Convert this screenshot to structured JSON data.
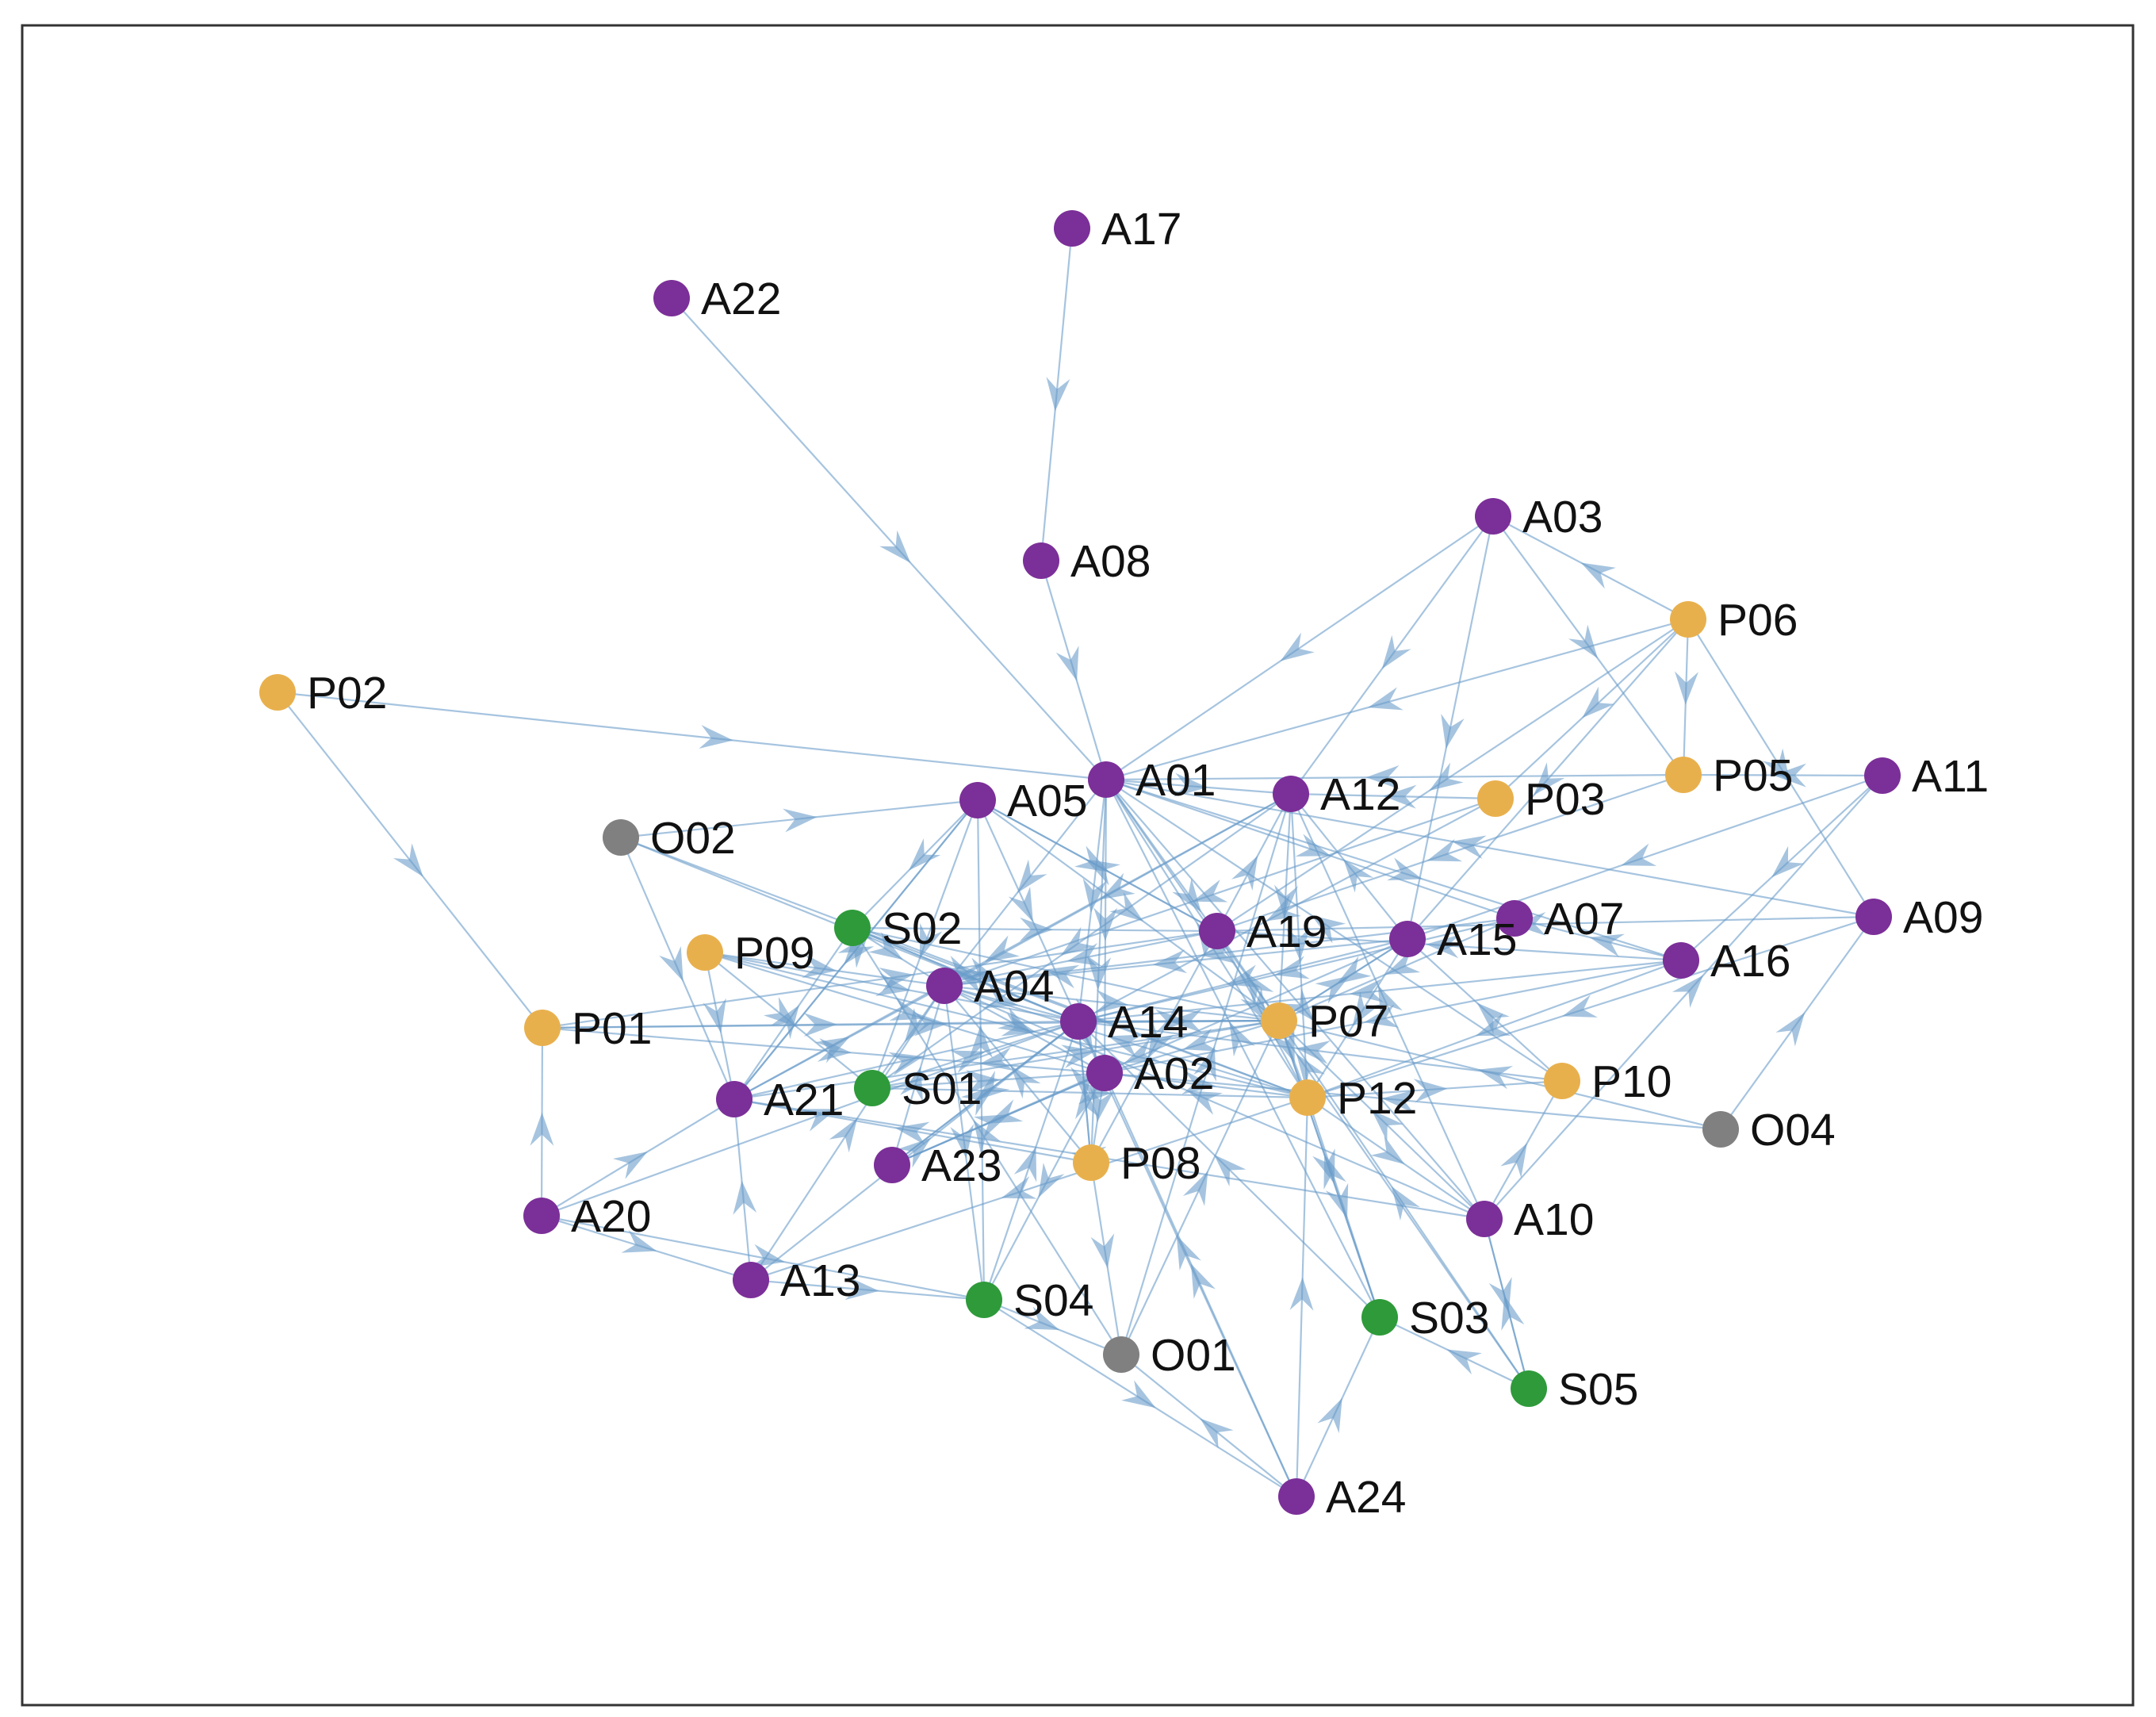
{
  "colors": {
    "A": "#7b2f98",
    "P": "#e8b04d",
    "S": "#2e9a3a",
    "O": "#808080",
    "edge": "#6b9cc9",
    "frame": "#333333"
  },
  "nodes": [
    {
      "id": "A01",
      "group": "A"
    },
    {
      "id": "A02",
      "group": "A"
    },
    {
      "id": "A03",
      "group": "A"
    },
    {
      "id": "A04",
      "group": "A"
    },
    {
      "id": "A05",
      "group": "A"
    },
    {
      "id": "A07",
      "group": "A"
    },
    {
      "id": "A08",
      "group": "A"
    },
    {
      "id": "A09",
      "group": "A"
    },
    {
      "id": "A10",
      "group": "A"
    },
    {
      "id": "A11",
      "group": "A"
    },
    {
      "id": "A12",
      "group": "A"
    },
    {
      "id": "A13",
      "group": "A"
    },
    {
      "id": "A14",
      "group": "A"
    },
    {
      "id": "A15",
      "group": "A"
    },
    {
      "id": "A16",
      "group": "A"
    },
    {
      "id": "A17",
      "group": "A"
    },
    {
      "id": "A19",
      "group": "A"
    },
    {
      "id": "A20",
      "group": "A"
    },
    {
      "id": "A21",
      "group": "A"
    },
    {
      "id": "A22",
      "group": "A"
    },
    {
      "id": "A23",
      "group": "A"
    },
    {
      "id": "A24",
      "group": "A"
    },
    {
      "id": "P01",
      "group": "P"
    },
    {
      "id": "P02",
      "group": "P"
    },
    {
      "id": "P03",
      "group": "P"
    },
    {
      "id": "P05",
      "group": "P"
    },
    {
      "id": "P06",
      "group": "P"
    },
    {
      "id": "P07",
      "group": "P"
    },
    {
      "id": "P08",
      "group": "P"
    },
    {
      "id": "P09",
      "group": "P"
    },
    {
      "id": "P10",
      "group": "P"
    },
    {
      "id": "P12",
      "group": "P"
    },
    {
      "id": "S01",
      "group": "S"
    },
    {
      "id": "S02",
      "group": "S"
    },
    {
      "id": "S03",
      "group": "S"
    },
    {
      "id": "S04",
      "group": "S"
    },
    {
      "id": "S05",
      "group": "S"
    },
    {
      "id": "O01",
      "group": "O"
    },
    {
      "id": "O02",
      "group": "O"
    },
    {
      "id": "O04",
      "group": "O"
    }
  ],
  "edges": [
    [
      "A17",
      "A08"
    ],
    [
      "A22",
      "A01"
    ],
    [
      "P02",
      "A01"
    ],
    [
      "P02",
      "P01"
    ],
    [
      "A20",
      "P01"
    ],
    [
      "A08",
      "A01"
    ],
    [
      "A03",
      "A12"
    ],
    [
      "A03",
      "A01"
    ],
    [
      "A03",
      "P05"
    ],
    [
      "P06",
      "A03"
    ],
    [
      "P06",
      "P05"
    ],
    [
      "P06",
      "A01"
    ],
    [
      "P06",
      "P03"
    ],
    [
      "P06",
      "A09"
    ],
    [
      "P06",
      "A15"
    ],
    [
      "A11",
      "P05"
    ],
    [
      "P05",
      "A01"
    ],
    [
      "A11",
      "A15"
    ],
    [
      "A09",
      "A01"
    ],
    [
      "O04",
      "A09"
    ],
    [
      "O04",
      "P07"
    ],
    [
      "O04",
      "A02"
    ],
    [
      "O02",
      "A05"
    ],
    [
      "O02",
      "A21"
    ],
    [
      "O02",
      "A14"
    ],
    [
      "O02",
      "P12"
    ],
    [
      "P01",
      "A14"
    ],
    [
      "P01",
      "A19"
    ],
    [
      "P01",
      "A02"
    ],
    [
      "P01",
      "P07"
    ],
    [
      "A20",
      "A21"
    ],
    [
      "A20",
      "A13"
    ],
    [
      "A20",
      "S04"
    ],
    [
      "A20",
      "A14"
    ],
    [
      "A13",
      "S04"
    ],
    [
      "A13",
      "A04"
    ],
    [
      "A13",
      "A14"
    ],
    [
      "S04",
      "O01"
    ],
    [
      "S04",
      "A24"
    ],
    [
      "S04",
      "A14"
    ],
    [
      "S04",
      "A05"
    ],
    [
      "O01",
      "A12"
    ],
    [
      "O01",
      "P07"
    ],
    [
      "A24",
      "O01"
    ],
    [
      "A24",
      "P12"
    ],
    [
      "A24",
      "S03"
    ],
    [
      "A24",
      "A02"
    ],
    [
      "S05",
      "S03"
    ],
    [
      "S05",
      "P07"
    ],
    [
      "S05",
      "A01"
    ],
    [
      "S05",
      "A10"
    ],
    [
      "A10",
      "S05"
    ],
    [
      "A10",
      "P07"
    ],
    [
      "A10",
      "A04"
    ],
    [
      "A10",
      "A12"
    ],
    [
      "A10",
      "A21"
    ],
    [
      "A10",
      "A11"
    ],
    [
      "A16",
      "A02"
    ],
    [
      "A16",
      "A14"
    ],
    [
      "A16",
      "P12"
    ],
    [
      "A16",
      "A19"
    ],
    [
      "P10",
      "A01"
    ],
    [
      "P10",
      "A15"
    ],
    [
      "P10",
      "A14"
    ],
    [
      "A07",
      "A14"
    ],
    [
      "A07",
      "A04"
    ],
    [
      "A15",
      "A04"
    ],
    [
      "A15",
      "A14"
    ],
    [
      "A15",
      "A12"
    ],
    [
      "A15",
      "P12"
    ],
    [
      "A15",
      "A23"
    ],
    [
      "A19",
      "A04"
    ],
    [
      "A19",
      "A05"
    ],
    [
      "A19",
      "A12"
    ],
    [
      "A19",
      "P08"
    ],
    [
      "A12",
      "A04"
    ],
    [
      "A12",
      "A21"
    ],
    [
      "A12",
      "P12"
    ],
    [
      "A12",
      "S01"
    ],
    [
      "P03",
      "A04"
    ],
    [
      "P03",
      "A14"
    ],
    [
      "P03",
      "A12"
    ],
    [
      "A05",
      "A14"
    ],
    [
      "A05",
      "P07"
    ],
    [
      "A05",
      "A21"
    ],
    [
      "A05",
      "S01"
    ],
    [
      "A05",
      "A19"
    ],
    [
      "A01",
      "A04"
    ],
    [
      "A01",
      "A14"
    ],
    [
      "A01",
      "A02"
    ],
    [
      "A01",
      "P07"
    ],
    [
      "A01",
      "P08"
    ],
    [
      "A01",
      "A16"
    ],
    [
      "A01",
      "A07"
    ],
    [
      "A01",
      "A10"
    ],
    [
      "A01",
      "A12"
    ],
    [
      "A04",
      "A14"
    ],
    [
      "A04",
      "P07"
    ],
    [
      "A04",
      "A02"
    ],
    [
      "A04",
      "S01"
    ],
    [
      "A14",
      "P07"
    ],
    [
      "A14",
      "A02"
    ],
    [
      "A14",
      "P08"
    ],
    [
      "A14",
      "A23"
    ],
    [
      "A14",
      "S02"
    ],
    [
      "A02",
      "P12"
    ],
    [
      "A02",
      "P08"
    ],
    [
      "A02",
      "A23"
    ],
    [
      "P07",
      "A02"
    ],
    [
      "P07",
      "P12"
    ],
    [
      "P07",
      "A14"
    ],
    [
      "P07",
      "S02"
    ],
    [
      "P07",
      "A21"
    ],
    [
      "P07",
      "A15"
    ],
    [
      "P07",
      "A19"
    ],
    [
      "P07",
      "S03"
    ],
    [
      "P12",
      "A10"
    ],
    [
      "P12",
      "P10"
    ],
    [
      "P12",
      "S03"
    ],
    [
      "P12",
      "A01"
    ],
    [
      "P12",
      "A04"
    ],
    [
      "P12",
      "A13"
    ],
    [
      "S01",
      "A14"
    ],
    [
      "S01",
      "P07"
    ],
    [
      "S01",
      "P12"
    ],
    [
      "S01",
      "A02"
    ],
    [
      "S02",
      "A14"
    ],
    [
      "S02",
      "A04"
    ],
    [
      "S02",
      "P12"
    ],
    [
      "S02",
      "A19"
    ],
    [
      "P09",
      "A04"
    ],
    [
      "P09",
      "S01"
    ],
    [
      "P09",
      "A14"
    ],
    [
      "P09",
      "A02"
    ],
    [
      "P09",
      "P12"
    ],
    [
      "A21",
      "A04"
    ],
    [
      "A21",
      "A14"
    ],
    [
      "A21",
      "S02"
    ],
    [
      "A21",
      "A05"
    ],
    [
      "A23",
      "A14"
    ],
    [
      "A23",
      "A04"
    ],
    [
      "A23",
      "A02"
    ],
    [
      "P08",
      "A04"
    ],
    [
      "P08",
      "A14"
    ],
    [
      "P08",
      "A21"
    ],
    [
      "P08",
      "O01"
    ],
    [
      "S03",
      "P07"
    ],
    [
      "S03",
      "A14"
    ],
    [
      "S03",
      "A01"
    ],
    [
      "A04",
      "S04"
    ],
    [
      "A02",
      "S04"
    ],
    [
      "A09",
      "A19"
    ],
    [
      "A09",
      "P12"
    ],
    [
      "A16",
      "A07"
    ],
    [
      "A11",
      "A16"
    ],
    [
      "P05",
      "A19"
    ],
    [
      "A03",
      "A15"
    ],
    [
      "P06",
      "A19"
    ],
    [
      "A24",
      "A14"
    ],
    [
      "O01",
      "S02"
    ],
    [
      "A13",
      "A21"
    ],
    [
      "A10",
      "P10"
    ],
    [
      "A19",
      "P12"
    ],
    [
      "A15",
      "P07"
    ],
    [
      "A07",
      "P07"
    ],
    [
      "A12",
      "P07"
    ],
    [
      "A05",
      "S02"
    ],
    [
      "P09",
      "A21"
    ]
  ]
}
